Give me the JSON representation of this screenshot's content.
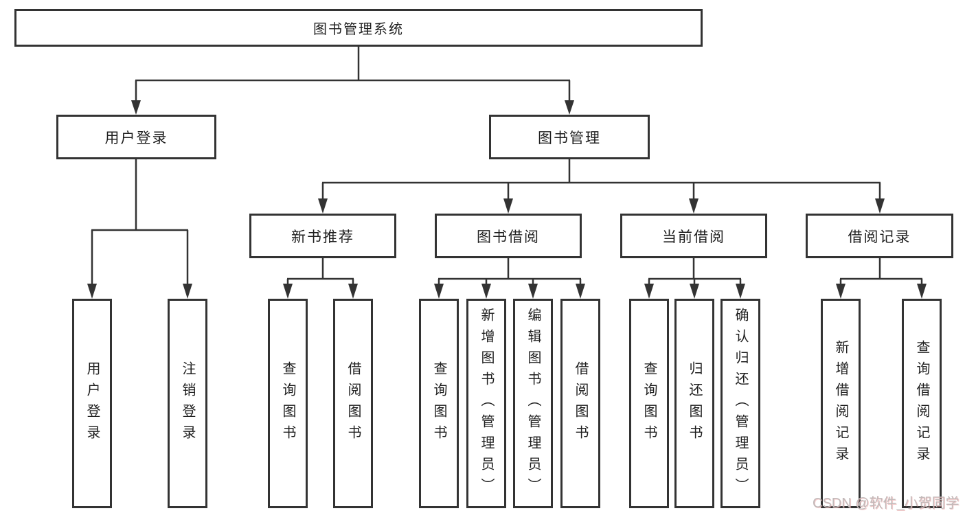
{
  "diagram": {
    "root": {
      "label": "图书管理系统"
    },
    "level2": {
      "user_login": {
        "label": "用户登录"
      },
      "book_mgmt": {
        "label": "图书管理"
      }
    },
    "level3": {
      "new_book_rec": {
        "label": "新书推荐"
      },
      "book_borrow": {
        "label": "图书借阅"
      },
      "current_borrow": {
        "label": "当前借阅"
      },
      "borrow_records": {
        "label": "借阅记录"
      }
    },
    "leaves": {
      "user_login_leaf": {
        "label": "用户登录"
      },
      "logout_leaf": {
        "label": "注销登录"
      },
      "nbr_query_books": {
        "label": "查询图书"
      },
      "nbr_borrow_books": {
        "label": "借阅图书"
      },
      "bb_query_books": {
        "label": "查询图书"
      },
      "bb_add_books": {
        "label": "新增图书（管理员）"
      },
      "bb_edit_books": {
        "label": "编辑图书（管理员）"
      },
      "bb_borrow_books": {
        "label": "借阅图书"
      },
      "cb_query_books": {
        "label": "查询图书"
      },
      "cb_return_books": {
        "label": "归还图书"
      },
      "cb_confirm_return": {
        "label": "确认归还（管理员）"
      },
      "br_add_record": {
        "label": "新增借阅记录"
      },
      "br_query_record": {
        "label": "查询借阅记录"
      }
    },
    "watermark": "CSDN @软件_小贺同学",
    "colors": {
      "line": "#333333",
      "text": "#1f1f1f",
      "background": "#ffffff",
      "watermark": "#c2baba"
    }
  }
}
